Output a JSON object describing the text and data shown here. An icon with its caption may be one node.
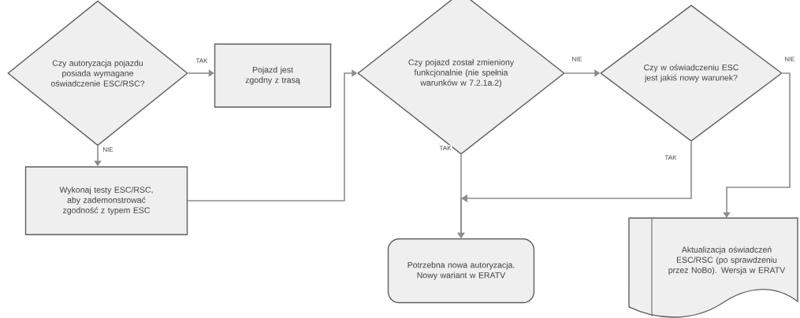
{
  "diagram": {
    "nodes": [
      {
        "text": [
          "Czy autoryzacja pojazdu posiada wymagane oświadczenie ESC/RSC?"
        ]
      },
      {
        "text": [
          "Pojazd jest zgodny z trasą"
        ]
      },
      {
        "text": [
          "Wykonaj testy ESC/RSC, aby zademonstrować zgodność z typem ESC"
        ]
      },
      {
        "text": [
          "Czy pojazd został zmieniony funkcjonalnie (nie spełnia warunków w 7.2.1a.2)"
        ]
      },
      {
        "text": [
          "Czy w oświadczeniu ESC jest jakiś nowy warunek?"
        ]
      },
      {
        "text": [
          "Potrzebna nowa autoryzacja. Nowy wariant w ERATV"
        ]
      },
      {
        "text": [
          "Aktualizacja oświadczeń ESC/RSC (po sprawdzeniu przez NoBo). Wersja w ERATV"
        ]
      }
    ],
    "edges": [
      {
        "from": 0,
        "to": 1,
        "arrow": "to",
        "label": "TAK"
      },
      {
        "from": 0,
        "to": 2,
        "arrow": "to",
        "label": "NIE"
      },
      {
        "from": 2,
        "to": 3,
        "arrow": "to"
      },
      {
        "from": 3,
        "to": 4,
        "arrow": "to",
        "label": "NIE"
      },
      {
        "from": 3,
        "to": 5,
        "arrow": "to",
        "label": "TAK"
      },
      {
        "from": 4,
        "to": 5,
        "arrow": "to",
        "label": "TAK"
      },
      {
        "from": 4,
        "to": 6,
        "arrow": "to",
        "label": "NIE"
      }
    ]
  }
}
